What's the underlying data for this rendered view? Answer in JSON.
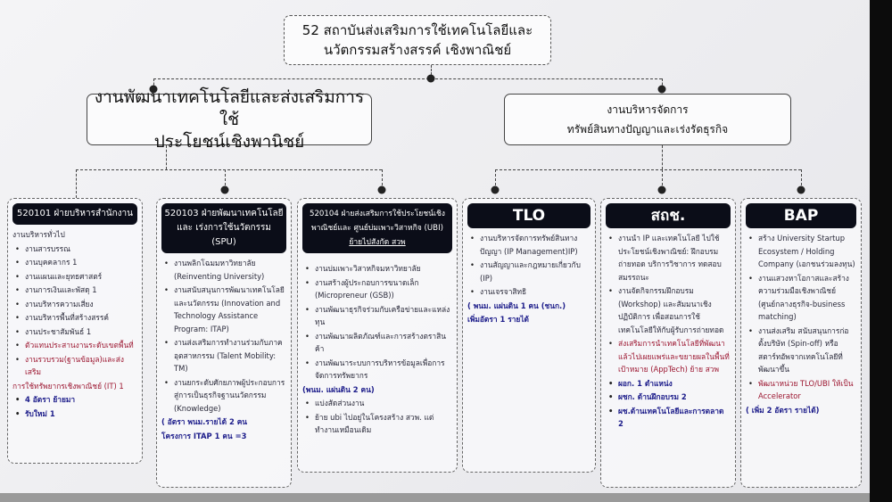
{
  "top": {
    "line1": "52 สถาบันส่งเสริมการใช้เทคโนโลยีและ",
    "line2": "นวัตกรรมสร้างสรรค์ เชิงพาณิชย์"
  },
  "left_branch": {
    "line1": "งานพัฒนาเทคโนโลยีและส่งเสริมการใช้",
    "line2": "ประโยชน์เชิงพานิชย์"
  },
  "right_branch": {
    "line1": "งานบริหารจัดการ",
    "line2": "ทรัพย์สินทางปัญญาและเร่งรัดธุรกิจ"
  },
  "columns": [
    {
      "header": "520101 ฝ่ายบริหารสำนักงาน",
      "items": [
        {
          "text": "งานบริหารทั่วไป",
          "tone": "normal",
          "bullet": false
        },
        {
          "text": "งานสารบรรณ",
          "tone": "normal",
          "bullet": true
        },
        {
          "text": "งานบุคคลากร 1",
          "tone": "normal",
          "bullet": true
        },
        {
          "text": "งานแผนและยุทธศาสตร์",
          "tone": "normal",
          "bullet": true
        },
        {
          "text": "งานการเงินและพัสดุ 1",
          "tone": "normal",
          "bullet": true
        },
        {
          "text": "งานบริหารความเสี่ยง",
          "tone": "normal",
          "bullet": true
        },
        {
          "text": "งานบริหารพื้นที่สร้างสรรค์",
          "tone": "normal",
          "bullet": true
        },
        {
          "text": "งานประชาสัมพันธ์ 1",
          "tone": "normal",
          "bullet": true
        },
        {
          "text": "ตัวแทนประสานงานระดับเขตพื้นที่",
          "tone": "red",
          "bullet": true
        },
        {
          "text": "งานรวบรวม(ฐานข้อมูล)และส่งเสริม",
          "tone": "red",
          "bullet": true
        },
        {
          "text": "การใช้ทรัพยากรเชิงพาณิชย์ (IT) 1",
          "tone": "red",
          "bullet": false
        },
        {
          "text": "4 อัตรา ย้ายมา",
          "tone": "blue",
          "bullet": true
        },
        {
          "text": "รับใหม่ 1",
          "tone": "blue",
          "bullet": true
        }
      ]
    },
    {
      "header": "520103 ฝ่ายพัฒนาเทคโนโลยีและ เร่งการใช้นวัตกรรม (SPU)",
      "items": [
        {
          "text": "งานพลิกโฉมมหาวิทยาลัย (Reinventing University)",
          "tone": "normal",
          "bullet": true
        },
        {
          "text": "งานสนับสนุนการพัฒนาเทคโนโลยีและนวัตกรรม (Innovation and Technology Assistance Program: ITAP)",
          "tone": "normal",
          "bullet": true
        },
        {
          "text": "งานส่งเสริมการทำงานร่วมกับภาคอุตสาหกรรม (Talent Mobility: TM)",
          "tone": "normal",
          "bullet": true
        },
        {
          "text": "งานยกระดับศักยภาพผู้ประกอบการสู่การเป็นธุรกิจฐานนวัตกรรม (Knowledge)",
          "tone": "normal",
          "bullet": true
        },
        {
          "text": "( อัตรา พนม.รายได้ 2 คน",
          "tone": "blue",
          "bullet": false
        },
        {
          "text": "โครงการ ITAP 1 คน =3",
          "tone": "blue",
          "bullet": false
        }
      ]
    },
    {
      "header": "520104 ฝ่ายส่งเสริมการใช้ประโยชน์เชิงพาณิชย์และ ศูนย์บ่มเพาะวิสาหกิจ (UBI)",
      "header_note": "ย้ายไปสังกัด สวพ",
      "items": [
        {
          "text": "งานบ่มเพาะวิสาหกิจมหาวิทยาลัย",
          "tone": "normal",
          "bullet": true
        },
        {
          "text": "งานสร้างผู้ประกอบการขนาดเล็ก (Micropreneur (GSB))",
          "tone": "normal",
          "bullet": true
        },
        {
          "text": "งานพัฒนาธุรกิจร่วมกับเครือข่ายและแหล่งทุน",
          "tone": "normal",
          "bullet": true
        },
        {
          "text": "งานพัฒนาผลิตภัณฑ์และการสร้างตราสินค้า",
          "tone": "normal",
          "bullet": true
        },
        {
          "text": "งานพัฒนาระบบการบริหารข้อมูลเพื่อการจัดการทรัพยากร",
          "tone": "normal",
          "bullet": true
        },
        {
          "text": "(พนม. แผ่นดิน 2 คน)",
          "tone": "blue",
          "bullet": false
        },
        {
          "text": "แบ่งสัดส่วนงาน",
          "tone": "normal",
          "bullet": true
        },
        {
          "text": "ย้าย ubi ไปอยู่ในโครงสร้าง สวพ. แต่ทำงานเหมือนเดิม",
          "tone": "normal",
          "bullet": true
        }
      ]
    },
    {
      "header": "TLO",
      "items": [
        {
          "text": "งานบริหารจัดการทรัพย์สินทางปัญญา (IP Management)IP)",
          "tone": "normal",
          "bullet": true
        },
        {
          "text": "งานสัญญาและกฎหมายเกี่ยวกับ (IP)",
          "tone": "normal",
          "bullet": true
        },
        {
          "text": "งานเจรจาสิทธิ",
          "tone": "normal",
          "bullet": true
        },
        {
          "text": "( พนม. แผ่นดิน 1 คน (ชนก.)",
          "tone": "blue",
          "bullet": false
        },
        {
          "text": "เพิ่มอัตรา 1 รายได้",
          "tone": "blue",
          "bullet": false
        }
      ]
    },
    {
      "header": "สถช.",
      "items": [
        {
          "text": "งานนำ IP และเทคโนโลยี ไปใช้ประโยชน์เชิงพาณิชย์: ฝึกอบรม ถ่ายทอด บริการวิชาการ ทดสอบสมรรถนะ",
          "tone": "normal",
          "bullet": true
        },
        {
          "text": "งานจัดกิจกรรมฝึกอบรม (Workshop) และสัมมนาเชิงปฏิบัติการ เพื่อสอนการใช้เทคโนโลยีให้กับผู้รับการถ่ายทอด",
          "tone": "normal",
          "bullet": true
        },
        {
          "text": "ส่งเสริมการนำเทคโนโลยีที่พัฒนาแล้วไปเผยแพร่และขยายผลในพื้นที่เป้าหมาย (AppTech) ย้าย สวพ",
          "tone": "red",
          "bullet": true
        },
        {
          "text": "ผอก. 1 ตำแหน่ง",
          "tone": "blue",
          "bullet": true
        },
        {
          "text": "ผชก. ด้านฝึกอบรม 2",
          "tone": "blue",
          "bullet": true
        },
        {
          "text": "ผช.ด้านเทคโนโลยีและการตลาด 2",
          "tone": "blue",
          "bullet": true
        }
      ]
    },
    {
      "header": "BAP",
      "items": [
        {
          "text": "สร้าง University Startup Ecosystem / Holding Company (เอกชนร่วมลงทุน)",
          "tone": "normal",
          "bullet": true
        },
        {
          "text": "งานแสวงหาโอกาสและสร้างความร่วมมือเชิงพาณิชย์ (ศูนย์กลางธุรกิจ-business matching)",
          "tone": "normal",
          "bullet": true
        },
        {
          "text": "งานส่งเสริม สนับสนุนการก่อตั้งบริษัท (Spin-off) หรือสตาร์ทอัพจากเทคโนโลยีที่พัฒนาขึ้น",
          "tone": "normal",
          "bullet": true
        },
        {
          "text": "พัฒนาหน่วย TLO/UBI ให้เป็น Accelerator",
          "tone": "red",
          "bullet": true
        },
        {
          "text": "( เพิ่ม 2  อัตรา รายได้)",
          "tone": "blue",
          "bullet": false
        }
      ]
    }
  ]
}
